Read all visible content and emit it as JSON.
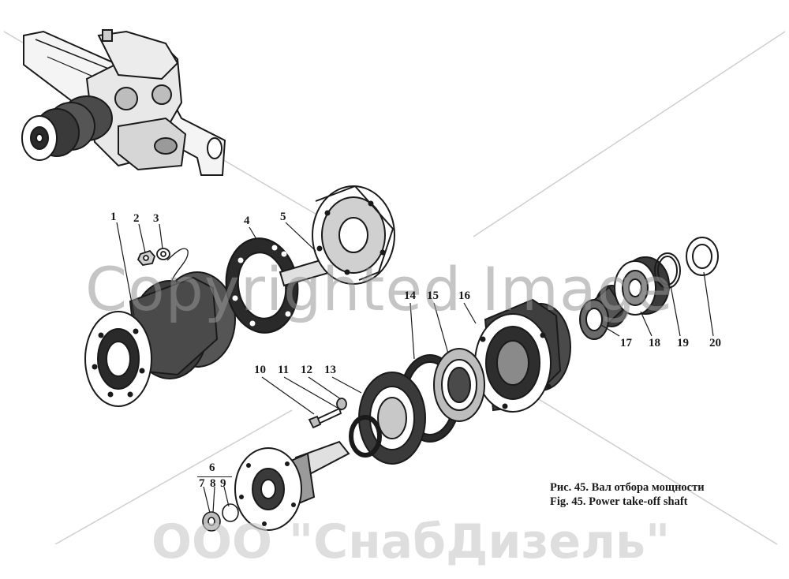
{
  "figure": {
    "caption_ru": "Рис. 45. Вал отбора мощности",
    "caption_en": "Fig. 45. Power take-off shaft"
  },
  "callouts": [
    "1",
    "2",
    "3",
    "4",
    "5",
    "14",
    "15",
    "16",
    "17",
    "18",
    "19",
    "20",
    "10",
    "11",
    "12",
    "13",
    "6",
    "7",
    "8",
    "9"
  ],
  "watermarks": {
    "main": "Copyrighted Image",
    "company": "ООО \"СнабДизель\""
  },
  "colors": {
    "ink": "#1a1a1a",
    "watermark": "#969696",
    "background": "#ffffff"
  }
}
